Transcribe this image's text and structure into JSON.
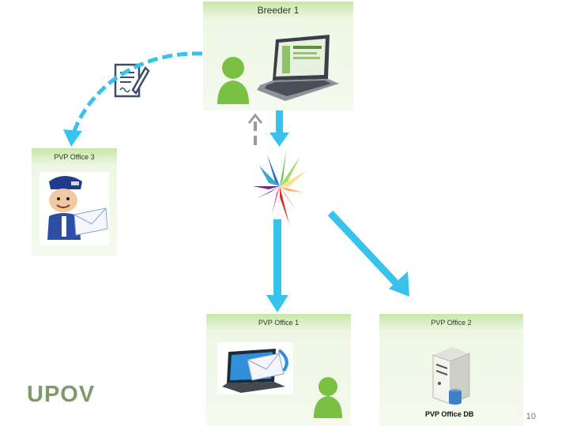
{
  "boxes": {
    "breeder1": {
      "title": "Breeder 1"
    },
    "pvp_office_3": {
      "title": "PVP Office 3"
    },
    "pvp_office_1": {
      "title": "PVP Office 1"
    },
    "pvp_office_2": {
      "title": "PVP Office 2",
      "db_label": "PVP Office DB"
    }
  },
  "logo": {
    "text_left": "UP",
    "text_o": "O",
    "text_right": "V"
  },
  "slide_number": "10",
  "colors": {
    "arrow": "#38c2ee",
    "box_header": "#c9e6a8",
    "figure_green": "#7ac143",
    "logo": "#7f9a6b"
  }
}
